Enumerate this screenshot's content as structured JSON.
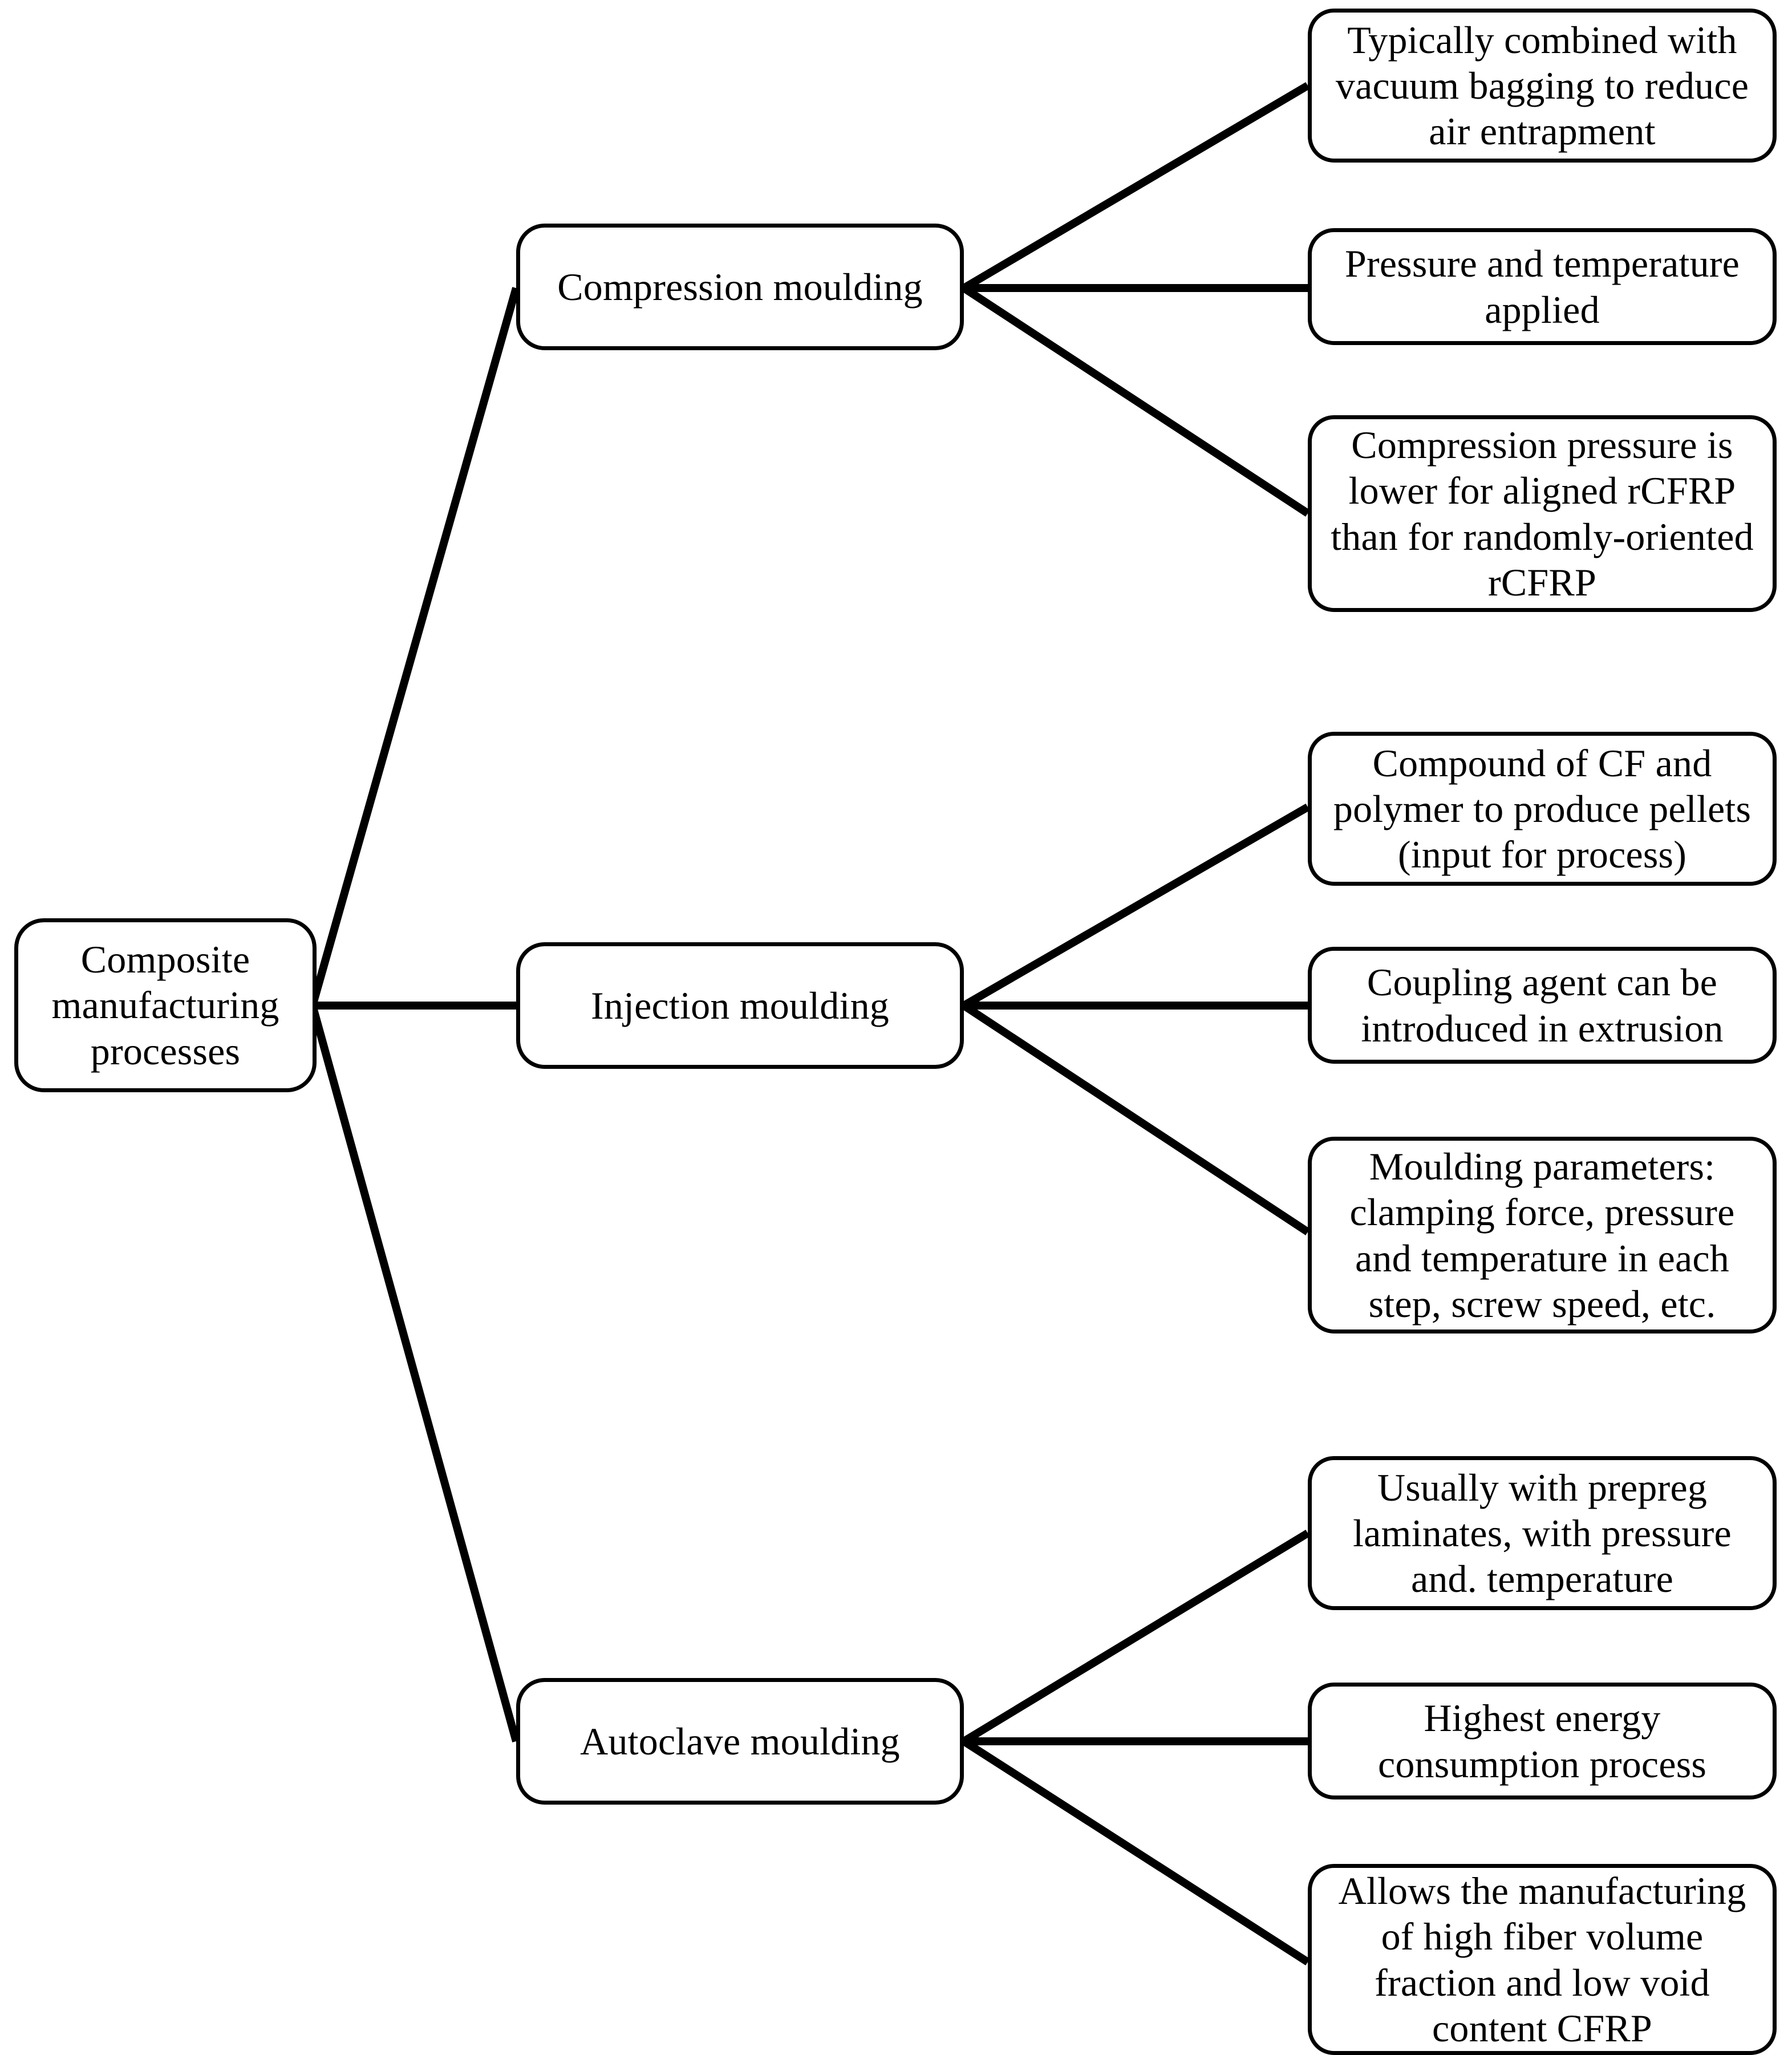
{
  "diagram": {
    "title": "Composite manufacturing processes",
    "type": "tree-diagram",
    "orientation": "left-to-right",
    "line_color": "#000000",
    "node_fill": "#ffffff",
    "node_border_color": "#000000"
  },
  "root": {
    "label": "Composite manufacturing processes"
  },
  "branches": [
    {
      "label": "Compression moulding",
      "leaves": [
        {
          "label": "Typically combined with vacuum bagging to reduce air entrapment"
        },
        {
          "label": "Pressure and temperature applied"
        },
        {
          "label": "Compression pressure is lower for aligned rCFRP than for randomly-oriented rCFRP"
        }
      ]
    },
    {
      "label": "Injection moulding",
      "leaves": [
        {
          "label": "Compound of CF and polymer to produce pellets (input for process)"
        },
        {
          "label": "Coupling agent can be introduced in extrusion"
        },
        {
          "label": "Moulding parameters: clamping force, pressure and temperature in each step, screw speed, etc."
        }
      ]
    },
    {
      "label": "Autoclave moulding",
      "leaves": [
        {
          "label": "Usually with prepreg laminates, with pressure and. temperature"
        },
        {
          "label": "Highest energy consumption process"
        },
        {
          "label": "Allows the manufacturing of high fiber volume fraction and low void content CFRP"
        }
      ]
    }
  ]
}
